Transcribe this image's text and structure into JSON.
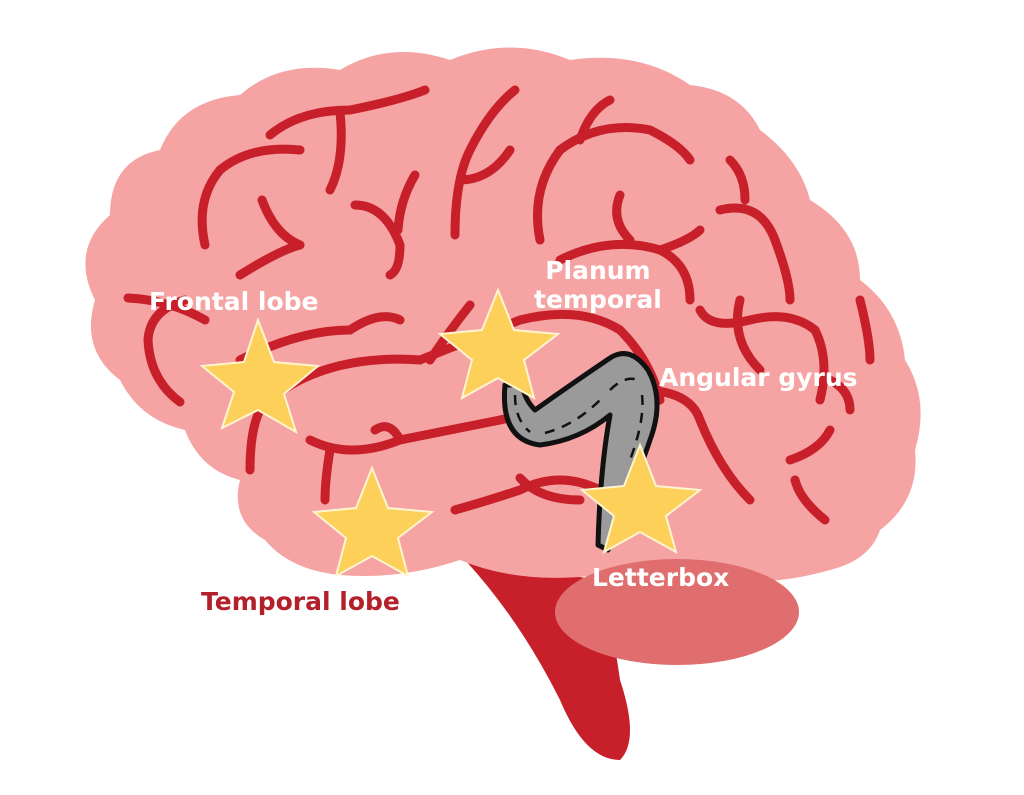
{
  "labels": {
    "frontal_lobe": "Frontal lobe",
    "planum_temporal_line1": "Planum",
    "planum_temporal_line2": "temporal",
    "angular_gyrus": "Angular gyrus",
    "letterbox": "Letterbox",
    "temporal_lobe": "Temporal lobe"
  },
  "colors": {
    "brain": "#f5a3a3",
    "sulci": "#c8202a",
    "cerebellum": "#e06e6e",
    "star": "#fdd05a",
    "pathway": "#9a9a9a",
    "temporal_label": "#b3202a"
  }
}
